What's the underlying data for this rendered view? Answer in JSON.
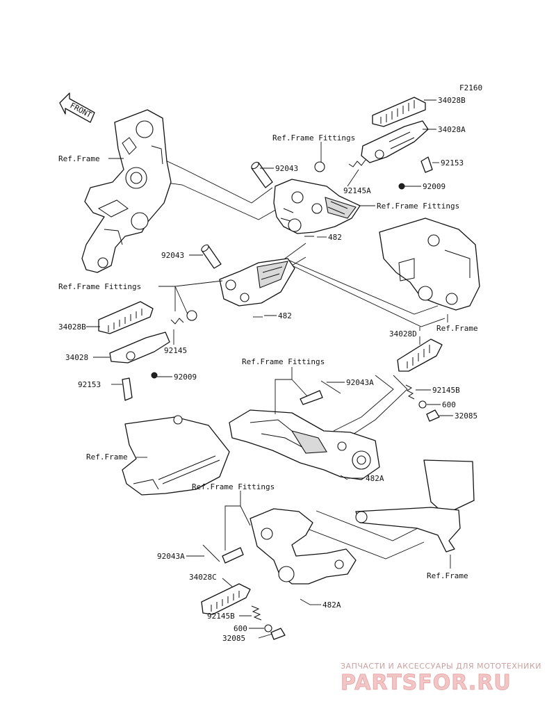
{
  "code": "F2160",
  "front_arrow": "FRONT",
  "labels": {
    "ref_frame": "Ref.Frame",
    "ref_frame_fittings": "Ref.Frame Fittings",
    "p34028": "34028",
    "p34028A": "34028A",
    "p34028B": "34028B",
    "p34028C": "34028C",
    "p34028D": "34028D",
    "p92043": "92043",
    "p92043A": "92043A",
    "p92145": "92145",
    "p92145A": "92145A",
    "p92145B": "92145B",
    "p92153": "92153",
    "p92009": "92009",
    "p482": "482",
    "p482A": "482A",
    "p600": "600",
    "p32085": "32085"
  },
  "watermark": {
    "subtitle": "ЗАПЧАСТИ И АКСЕССУАРЫ ДЛЯ МОТОТЕХНИКИ",
    "brand": "PARTSFOR.RU"
  }
}
